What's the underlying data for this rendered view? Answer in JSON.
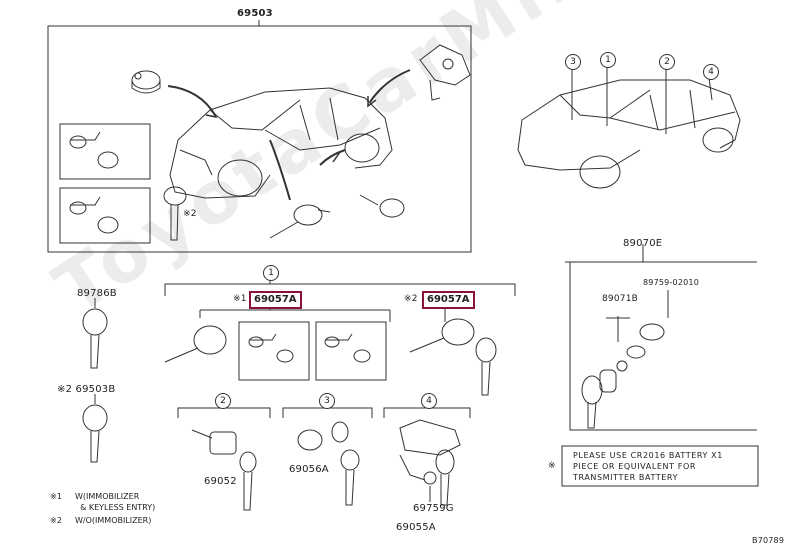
{
  "diagram": {
    "main_part": "69503",
    "car_ref_circles": [
      "3",
      "1",
      "2",
      "4"
    ],
    "assembly_label": "89070E",
    "part_89759": "89759-02010",
    "part_89071b": "89071B",
    "group1": "1",
    "group2": "2",
    "group3": "3",
    "group4": "4",
    "key_label_left": "89786B",
    "key_label_left2": "69503B",
    "note_marker_x2_left": "※2",
    "note_marker_x2_left_key": "※2",
    "x_marker_1": "※1",
    "x_marker_2": "※2",
    "part_69057A_a": "69057A",
    "part_69057A_b": "69057A",
    "part_69052": "69052",
    "part_69056A": "69056A",
    "part_69759G": "69759G",
    "part_69055A": "69055A",
    "x2_main": "※2",
    "footnote1_mark": "※1",
    "footnote1_text": "W(IMMOBILIZER\n  & KEYLESS ENTRY)",
    "footnote2_mark": "※2",
    "footnote2_text": "W/O(IMMOBILIZER)",
    "battery_note_mark": "※",
    "battery_note_text": "PLEASE USE CR2016 BATTERY X1\nPIECE OR EQUIVALENT FOR\nTRANSMITTER BATTERY",
    "ref_code": "B70789",
    "watermark": "ToyotaCarMine.ru",
    "accent_color": "#8a1238"
  }
}
